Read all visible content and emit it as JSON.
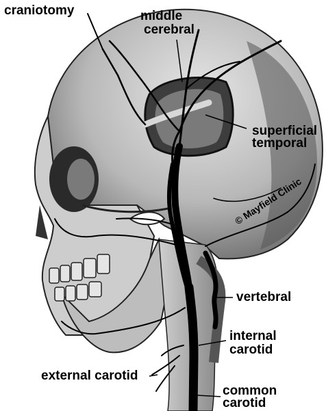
{
  "labels": {
    "craniotomy": "craniotomy",
    "middle_cerebral_1": "middle",
    "middle_cerebral_2": "cerebral",
    "superficial_temporal_1": "superficial",
    "superficial_temporal_2": "temporal",
    "vertebral": "vertebral",
    "internal_carotid_1": "internal",
    "internal_carotid_2": "carotid",
    "external_carotid": "external carotid",
    "common_carotid_1": "common",
    "common_carotid_2": "carotid"
  },
  "copyright": "© Mayfield Clinic"
}
